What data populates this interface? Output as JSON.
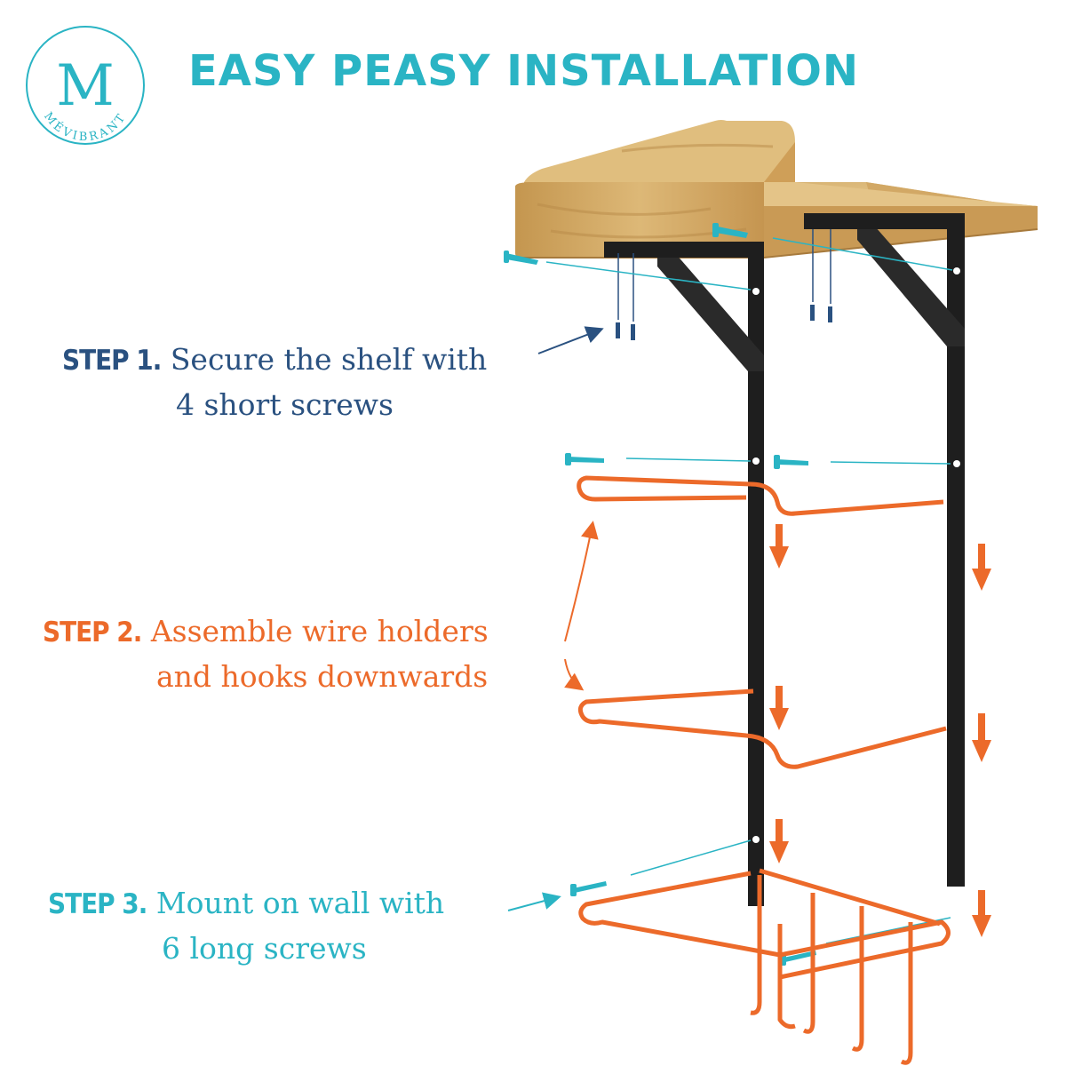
{
  "brand": {
    "monogram": "M",
    "name": "MÉVIBRANT"
  },
  "title": "EASY PEASY INSTALLATION",
  "steps": [
    {
      "label": "STEP 1.",
      "line1": "Secure the shelf with",
      "line2": "4 short screws"
    },
    {
      "label": "STEP 2.",
      "line1": "Assemble wire holders",
      "line2": "and hooks downwards"
    },
    {
      "label": "STEP 3.",
      "line1": "Mount on wall with",
      "line2": "6 long screws"
    }
  ],
  "colors": {
    "teal": "#2ab4c4",
    "navy": "#2a5180",
    "orange": "#ec6a2a",
    "bracket": "#1e1e1e",
    "wood": "#d9b26c"
  }
}
